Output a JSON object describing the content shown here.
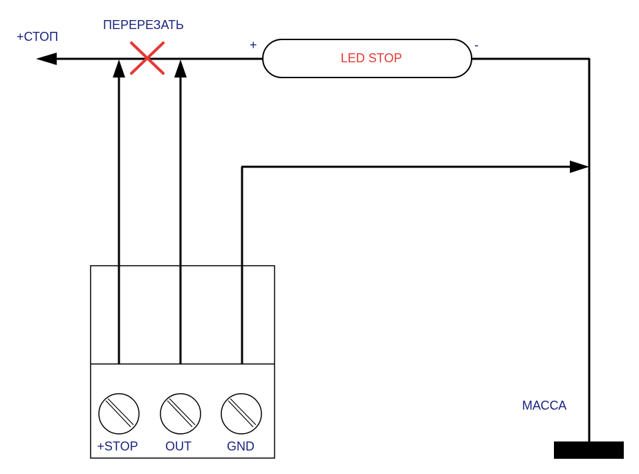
{
  "labels": {
    "plus_stop": "+СТОП",
    "cut": "ПЕРЕРЕЗАТЬ",
    "plus": "+",
    "minus": "-",
    "led": "LED STOP",
    "ground": "МАССА"
  },
  "terminals": [
    {
      "label": "+STOP"
    },
    {
      "label": "OUT"
    },
    {
      "label": "GND"
    }
  ],
  "colors": {
    "wire": "#000000",
    "cut_mark": "#e53935",
    "label_blue": "#1a237e"
  }
}
